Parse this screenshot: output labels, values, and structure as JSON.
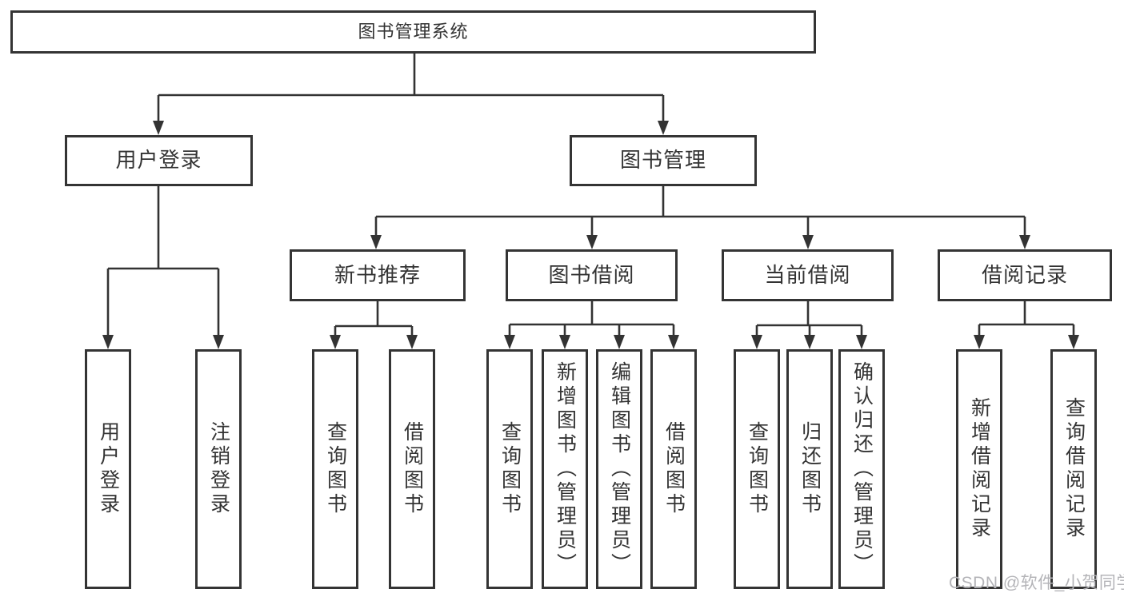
{
  "colors": {
    "line": "#333333",
    "box-border": "#343434",
    "text": "#333333",
    "watermark": "#b4b4b8",
    "background": "#ffffff"
  },
  "tree": {
    "root": {
      "label": "图书管理系统",
      "children": [
        {
          "label": "用户登录",
          "children": [
            {
              "label": "用户登录"
            },
            {
              "label": "注销登录"
            }
          ]
        },
        {
          "label": "图书管理",
          "children": [
            {
              "label": "新书推荐",
              "children": [
                {
                  "label": "查询图书"
                },
                {
                  "label": "借阅图书"
                }
              ]
            },
            {
              "label": "图书借阅",
              "children": [
                {
                  "label": "查询图书"
                },
                {
                  "label": "新增图书（管理员）"
                },
                {
                  "label": "编辑图书（管理员）"
                },
                {
                  "label": "借阅图书"
                }
              ]
            },
            {
              "label": "当前借阅",
              "children": [
                {
                  "label": "查询图书"
                },
                {
                  "label": "归还图书"
                },
                {
                  "label": "确认归还（管理员）"
                }
              ]
            },
            {
              "label": "借阅记录",
              "children": [
                {
                  "label": "新增借阅记录"
                },
                {
                  "label": "查询借阅记录"
                }
              ]
            }
          ]
        }
      ]
    }
  },
  "watermark": {
    "text": "CSDN @软件_小贺同学"
  }
}
